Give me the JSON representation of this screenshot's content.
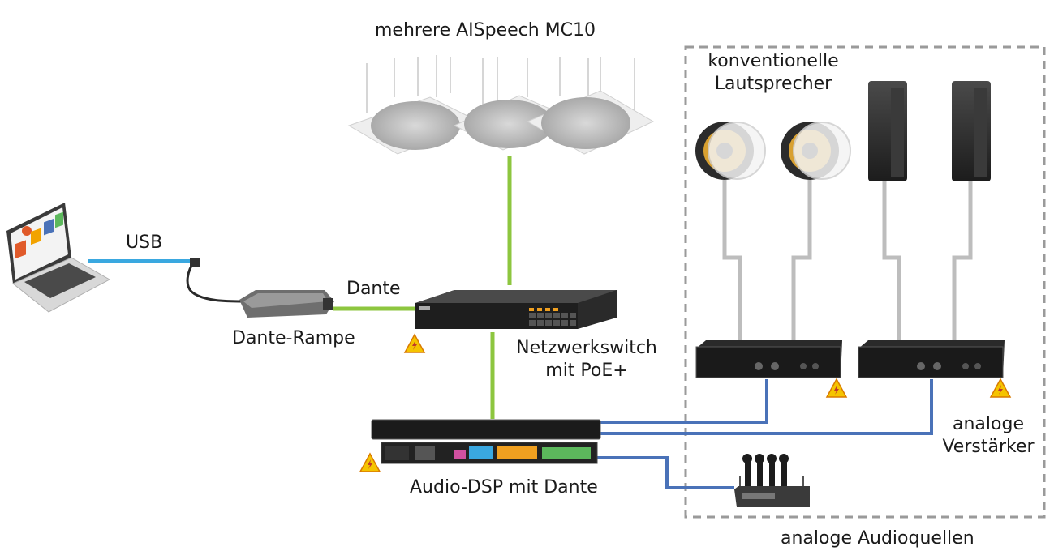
{
  "labels": {
    "mics": "mehrere AISpeech MC10",
    "conventional_speakers_line1": "konventionelle",
    "conventional_speakers_line2": "Lautsprecher",
    "usb": "USB",
    "dante": "Dante",
    "dante_adapter": "Dante-Rampe",
    "switch_line1": "Netzwerkswitch",
    "switch_line2": "mit PoE+",
    "dsp": "Audio-DSP mit Dante",
    "amps_line1": "analoge",
    "amps_line2": "Verstärker",
    "audio_sources": "analoge Audioquellen"
  },
  "colors": {
    "network_link": "#8dc63f",
    "usb_link": "#3aa8e0",
    "analog_link": "#4a72b8",
    "speaker_cable": "#bdbdbd",
    "warning": "#f5c400",
    "border_dash": "#9a9a9a"
  },
  "icons": [
    "laptop-icon",
    "dante-adapter-icon",
    "network-switch-icon",
    "ceiling-mic-icon",
    "ceiling-speaker-icon",
    "column-speaker-icon",
    "amplifier-icon",
    "dsp-icon",
    "wireless-mic-receiver-icon",
    "warning-icon"
  ]
}
